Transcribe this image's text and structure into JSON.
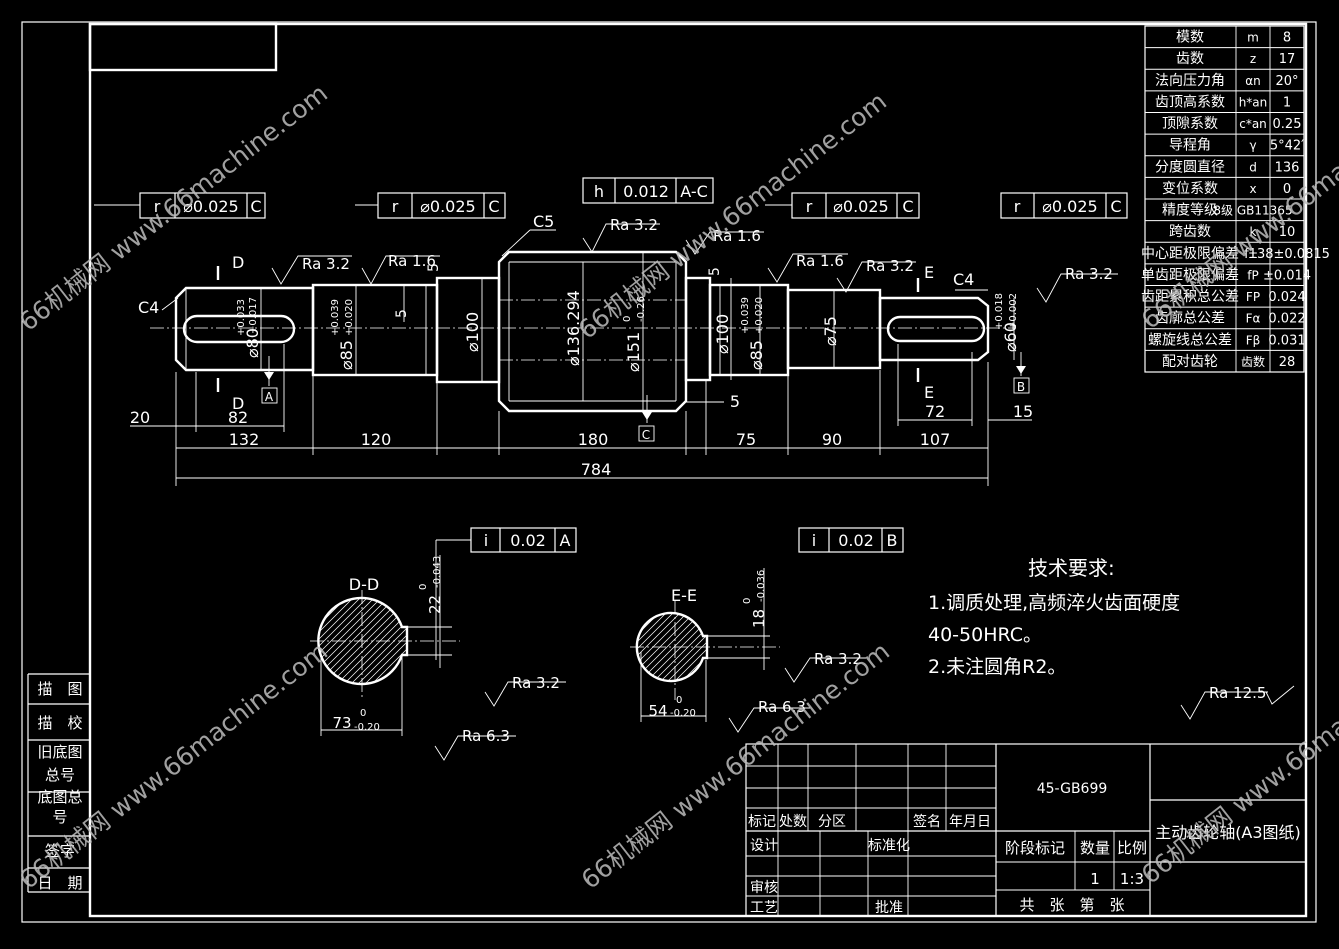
{
  "colors": {
    "background": "#000000",
    "lines": "#ffffff",
    "watermark": "#bdbdbd"
  },
  "watermark": {
    "text1": "66机械网 www.66machine.com",
    "text2": "66机械网 www.66machine.com",
    "text3": "66机械网 www.66machine.com",
    "text4": "66机械网 www.66machine.com",
    "text5": "66机械网 www.66machine.com",
    "text6": "66机械网 www.66machine.com"
  },
  "params": [
    {
      "name": "模数",
      "sym": "m",
      "val": "8"
    },
    {
      "name": "齿数",
      "sym": "z",
      "val": "17"
    },
    {
      "name": "法向压力角",
      "sym": "αn",
      "val": "20°"
    },
    {
      "name": "齿顶高系数",
      "sym": "h*an",
      "val": "1"
    },
    {
      "name": "顶隙系数",
      "sym": "c*an",
      "val": "0.25"
    },
    {
      "name": "导程角",
      "sym": "γ",
      "val": "5°42′"
    },
    {
      "name": "分度圆直径",
      "sym": "d",
      "val": "136"
    },
    {
      "name": "变位系数",
      "sym": "x",
      "val": "0"
    },
    {
      "name": "精度等级",
      "sym": "8级 GB11365",
      "val": ""
    },
    {
      "name": "跨齿数",
      "sym": "k",
      "val": "10"
    },
    {
      "name": "中心距极限偏差",
      "sym": "±",
      "val": "f138±0.0815"
    },
    {
      "name": "单齿距极限偏差",
      "sym": "fP",
      "val": "±0.014"
    },
    {
      "name": "齿距累积总公差",
      "sym": "FP",
      "val": "0.024"
    },
    {
      "name": "齿廓总公差",
      "sym": "Fα",
      "val": "0.022"
    },
    {
      "name": "螺旋线总公差",
      "sym": "Fβ",
      "val": "0.031"
    },
    {
      "name": "配对齿轮",
      "sym": "齿数",
      "val": "28"
    }
  ],
  "fcf": {
    "f1": {
      "sym": "r",
      "tol": "⌀0.025",
      "datum": "C"
    },
    "f2": {
      "sym": "r",
      "tol": "⌀0.025",
      "datum": "C"
    },
    "f3": {
      "sym": "h",
      "tol": "0.012",
      "datum": "A-C"
    },
    "f4": {
      "sym": "r",
      "tol": "⌀0.025",
      "datum": "C"
    },
    "f5": {
      "sym": "r",
      "tol": "⌀0.025",
      "datum": "C"
    },
    "f6": {
      "sym": "i",
      "tol": "0.02",
      "datum": "A"
    },
    "f7": {
      "sym": "i",
      "tol": "0.02",
      "datum": "B"
    }
  },
  "ra": {
    "r1": "Ra 3.2",
    "r2": "Ra 1.6",
    "r3": "Ra 3.2",
    "r4": "Ra 1.6",
    "r5": "Ra 1.6",
    "r6": "Ra 3.2",
    "r7": "Ra 3.2",
    "r8": "Ra 3.2",
    "r9": "Ra 6.3",
    "r10": "Ra 3.2",
    "r11": "Ra 6.3",
    "r12": "Ra 12.5"
  },
  "labels": {
    "c4a": "C4",
    "c4b": "C4",
    "c5": "C5",
    "secD1": "D",
    "secD2": "D",
    "secE1": "E",
    "secE2": "E",
    "datA": "A",
    "datB": "B",
    "datC": "C",
    "dd": "D-D",
    "ee": "E-E"
  },
  "dia": {
    "d80": "⌀80",
    "d80t": "+0.033",
    "d80b": "+0.017",
    "d85a": "⌀85",
    "d85at": "+0.039",
    "d85ab": "+0.020",
    "d100a": "⌀100",
    "d136": "⌀136.294",
    "d151": "⌀151",
    "d151t": "0",
    "d151b": "-0.26",
    "d100b": "⌀100",
    "d85b": "⌀85",
    "d85bt": "+0.039",
    "d85bb": "+0.020",
    "d75": "⌀75",
    "d60": "⌀60",
    "d60t": "+0.018",
    "d60b": "+0.002",
    "five1": "5",
    "five2": "5",
    "five3": "5",
    "five4": "5"
  },
  "dims": {
    "d20": "20",
    "d82": "82",
    "d132": "132",
    "d120": "120",
    "d180": "180",
    "d75": "75",
    "d90": "90",
    "d107": "107",
    "d784": "784",
    "d72": "72",
    "d15": "15",
    "d5": "5"
  },
  "sections": {
    "k22": "22",
    "k22t": "0",
    "k22b": "-0.043",
    "s73": "73",
    "s73t": "0",
    "s73b": "-0.20",
    "k18": "18",
    "k18t": "0",
    "k18b": "-0.036",
    "s54": "54",
    "s54t": "0",
    "s54b": "-0.20"
  },
  "tech": {
    "title": "技术要求:",
    "l1": "1.调质处理,高频淬火齿面硬度",
    "l2": "40-50HRC。",
    "l3": "2.未注圆角R2。"
  },
  "sidebar": {
    "s1": "描　图",
    "s2": "描　校",
    "s3": "旧底图",
    "s4": "总号",
    "s5": "底图总",
    "s6": "号",
    "s7": "签字",
    "s8": "日　期"
  },
  "title_block": {
    "material": "45-GB699",
    "part_name": "主动齿轮轴(A3图纸)",
    "biaoji": "标记",
    "chushu": "处数",
    "fenqu": "分区",
    "qianming": "签名",
    "nianyueri": "年月日",
    "sheji": "设计",
    "biaozhunhua": "标准化",
    "jieduan": "阶段标记",
    "shuliang": "数量",
    "bili": "比例",
    "qty": "1",
    "scale": "1:3",
    "shenhe": "审核",
    "gongyi": "工艺",
    "pizhun": "批准",
    "sheets": "共　张　第　张"
  }
}
